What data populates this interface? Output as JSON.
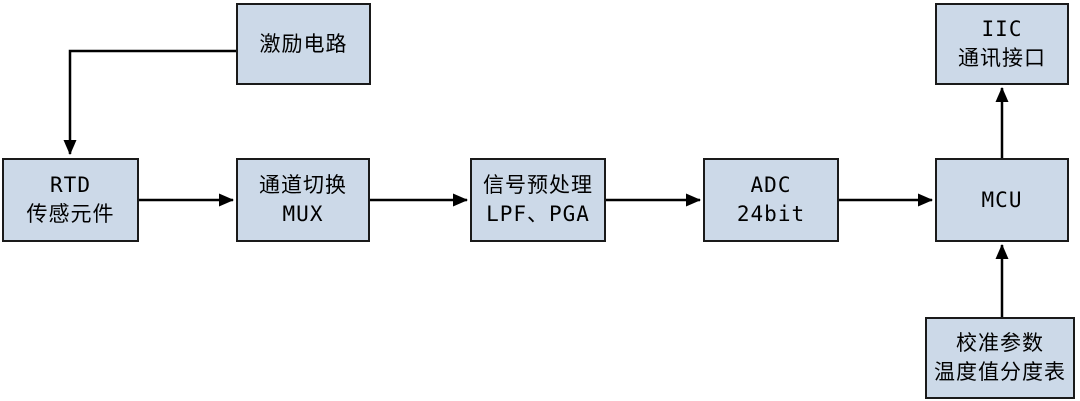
{
  "diagram": {
    "type": "block-diagram",
    "description": "RTD temperature sensor signal chain block diagram",
    "colors": {
      "box_fill": "#ccd9e8",
      "box_border": "#1a1a1a",
      "line": "#000000",
      "background": "#ffffff"
    },
    "nodes": {
      "excitation": {
        "line1": "激励电路",
        "line2": ""
      },
      "rtd": {
        "line1": "RTD",
        "line2": "传感元件"
      },
      "mux": {
        "line1": "通道切换",
        "line2": "MUX"
      },
      "preproc": {
        "line1": "信号预处理",
        "line2": "LPF、PGA"
      },
      "adc": {
        "line1": "ADC",
        "line2": "24bit"
      },
      "mcu": {
        "line1": "MCU",
        "line2": ""
      },
      "iic": {
        "line1": "IIC",
        "line2": "通讯接口"
      },
      "calib": {
        "line1": "校准参数",
        "line2": "温度值分度表"
      }
    },
    "edges": [
      {
        "from": "excitation",
        "to": "rtd"
      },
      {
        "from": "rtd",
        "to": "mux"
      },
      {
        "from": "mux",
        "to": "preproc"
      },
      {
        "from": "preproc",
        "to": "adc"
      },
      {
        "from": "adc",
        "to": "mcu"
      },
      {
        "from": "mcu",
        "to": "iic"
      },
      {
        "from": "calib",
        "to": "mcu"
      }
    ]
  }
}
